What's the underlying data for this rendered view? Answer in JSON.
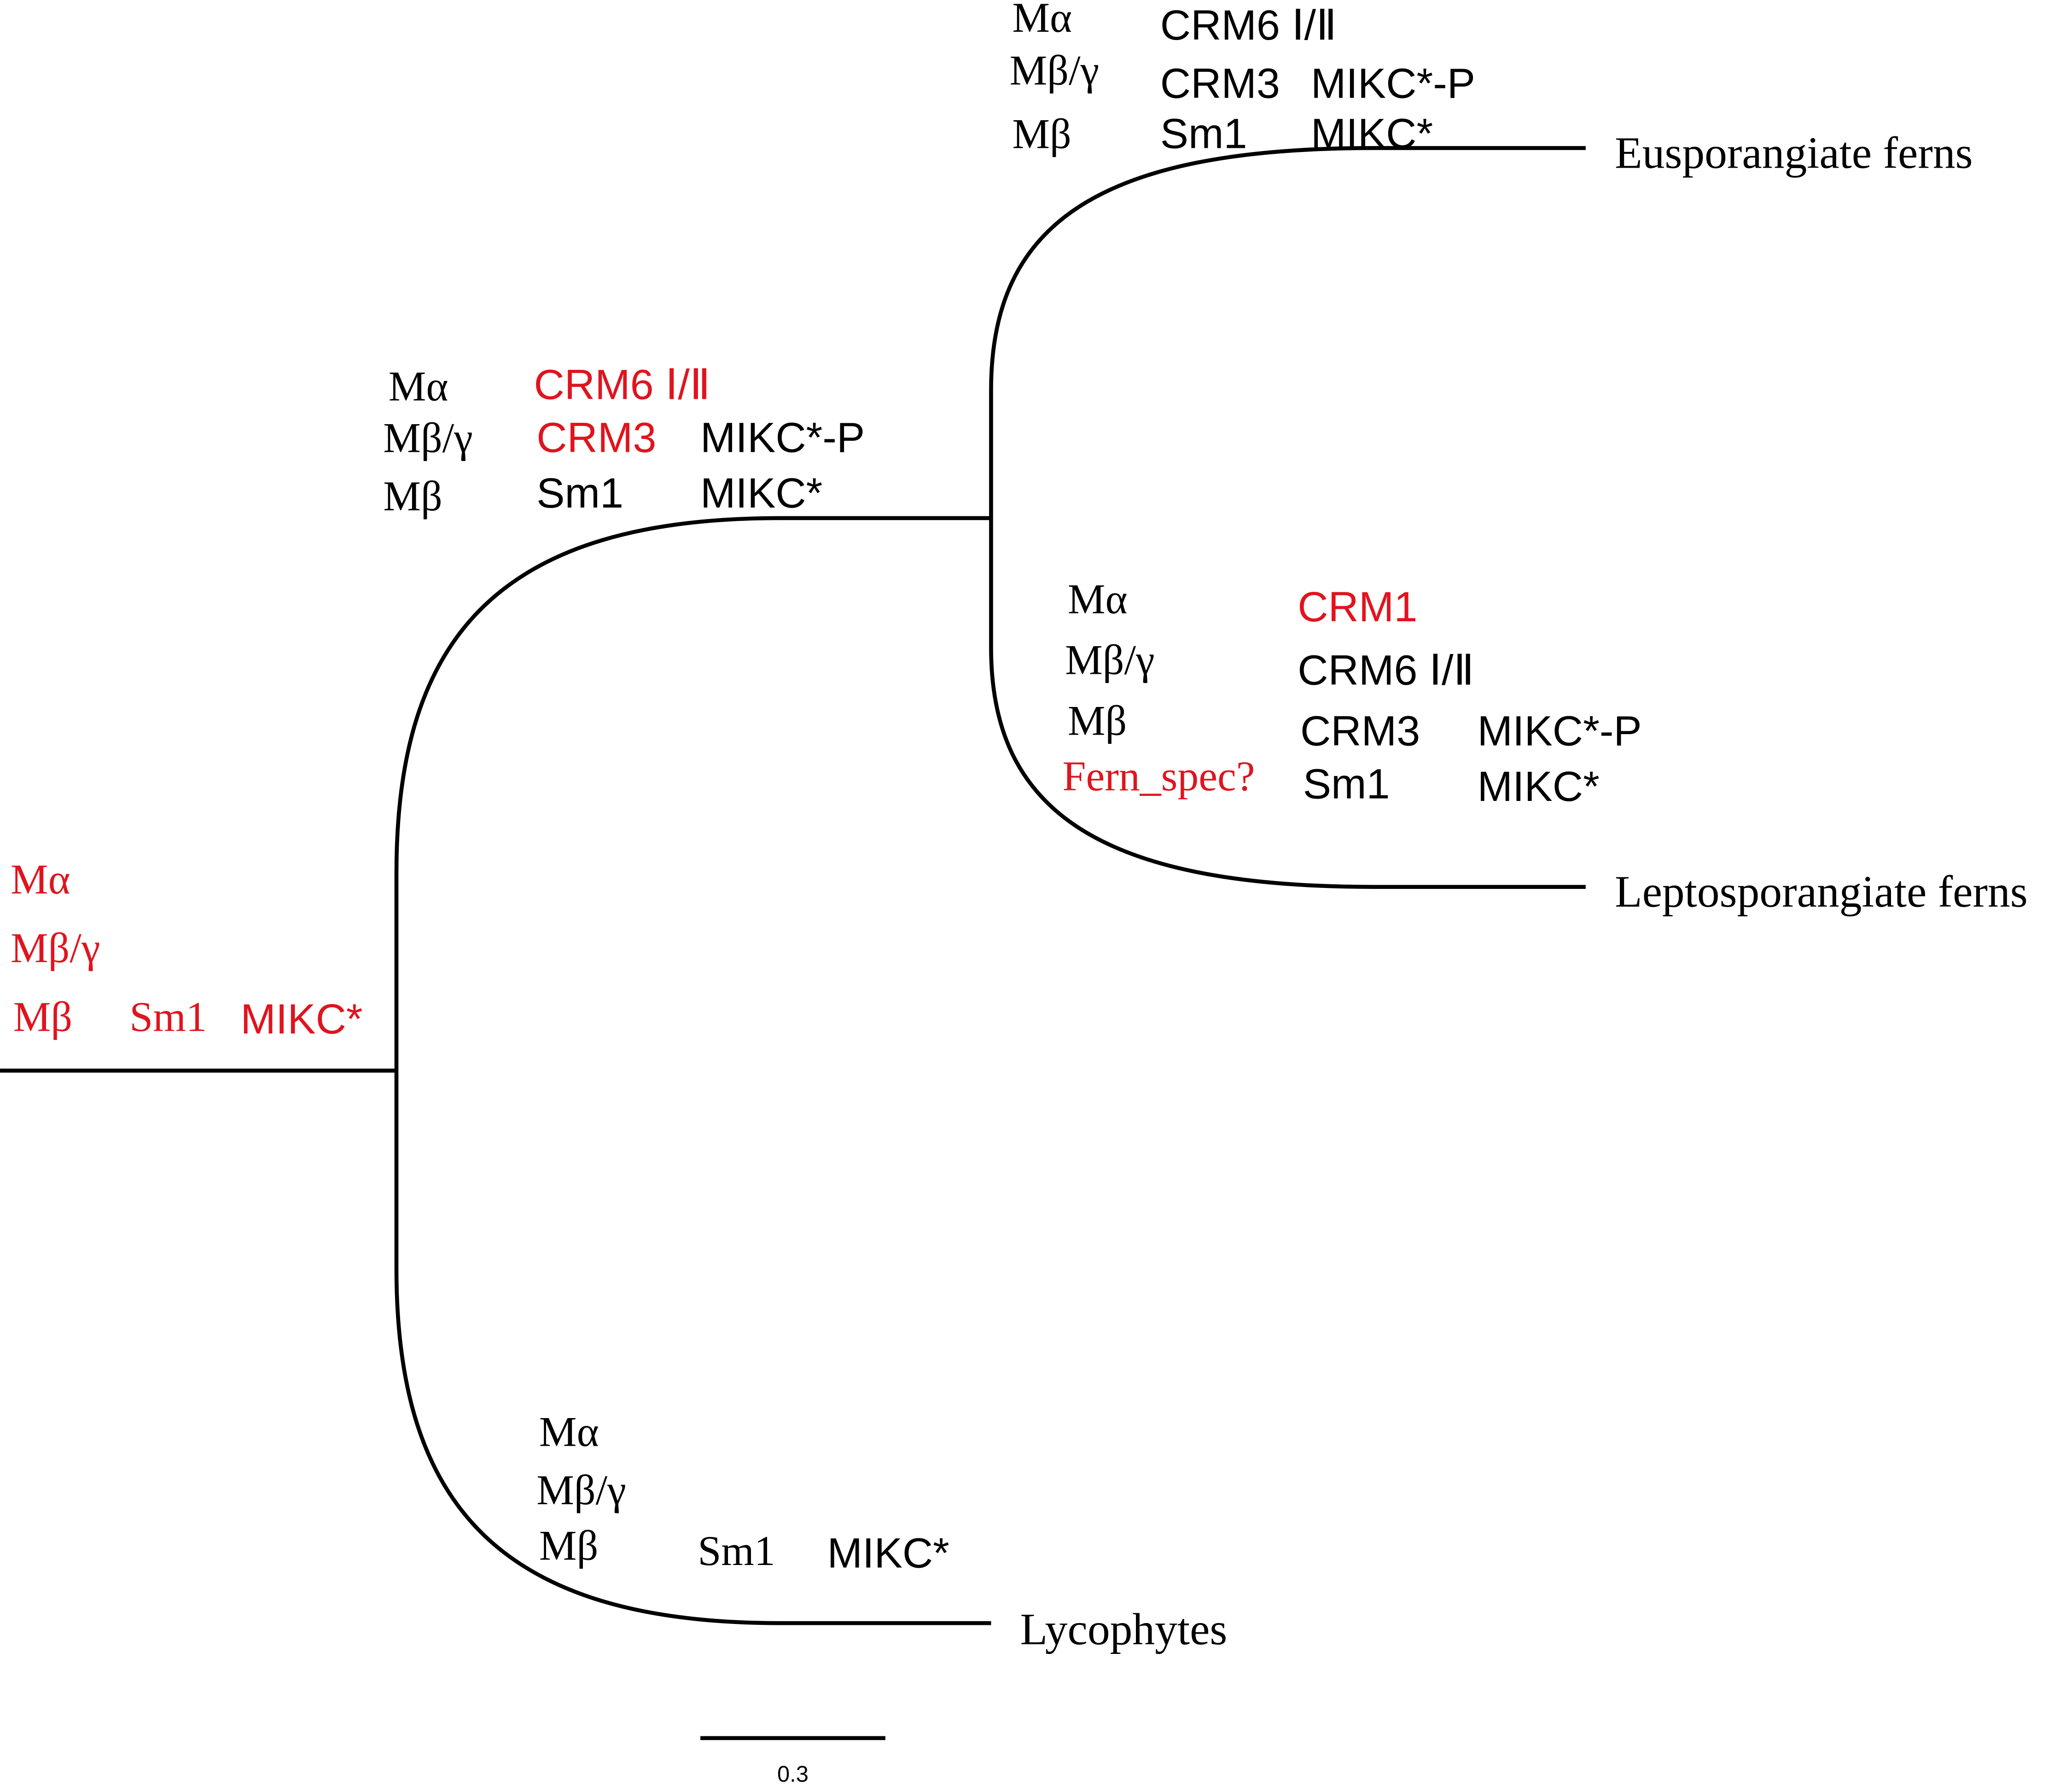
{
  "colors": {
    "ink": "#000000",
    "highlight": "#e0141e",
    "background": "#ffffff"
  },
  "taxa": {
    "eusporangiate": "Eusporangiate ferns",
    "leptosporangiate": "Leptosporangiate ferns",
    "lycophytes": "Lycophytes"
  },
  "root_node": {
    "m_alpha": "Mα",
    "m_beta_gamma": "Mβ/γ",
    "m_beta": "Mβ",
    "sm1": "Sm1",
    "mikc_star": "MIKC*"
  },
  "fern_node": {
    "m_alpha": "Mα",
    "m_beta_gamma": "Mβ/γ",
    "m_beta": "Mβ",
    "crm6": "CRM6 Ⅰ/Ⅱ",
    "crm3": "CRM3",
    "sm1": "Sm1",
    "mikc_star_p": "MIKC*-P",
    "mikc_star": "MIKC*"
  },
  "eusporangiate_node": {
    "m_alpha": "Mα",
    "m_beta_gamma": "Mβ/γ",
    "m_beta": "Mβ",
    "crm6": "CRM6 Ⅰ/Ⅱ",
    "crm3": "CRM3",
    "sm1": "Sm1",
    "mikc_star_p": "MIKC*-P",
    "mikc_star": "MIKC*"
  },
  "leptosporangiate_node": {
    "m_alpha": "Mα",
    "m_beta_gamma": "Mβ/γ",
    "m_beta": "Mβ",
    "fern_spec": "Fern_spec?",
    "crm1": "CRM1",
    "crm6": "CRM6 Ⅰ/Ⅱ",
    "crm3": "CRM3",
    "sm1": "Sm1",
    "mikc_star_p": "MIKC*-P",
    "mikc_star": "MIKC*"
  },
  "lycophyte_node": {
    "m_alpha": "Mα",
    "m_beta_gamma": "Mβ/γ",
    "m_beta": "Mβ",
    "sm1": "Sm1",
    "mikc_star": "MIKC*"
  },
  "scale_bar": {
    "value": "0.3"
  }
}
